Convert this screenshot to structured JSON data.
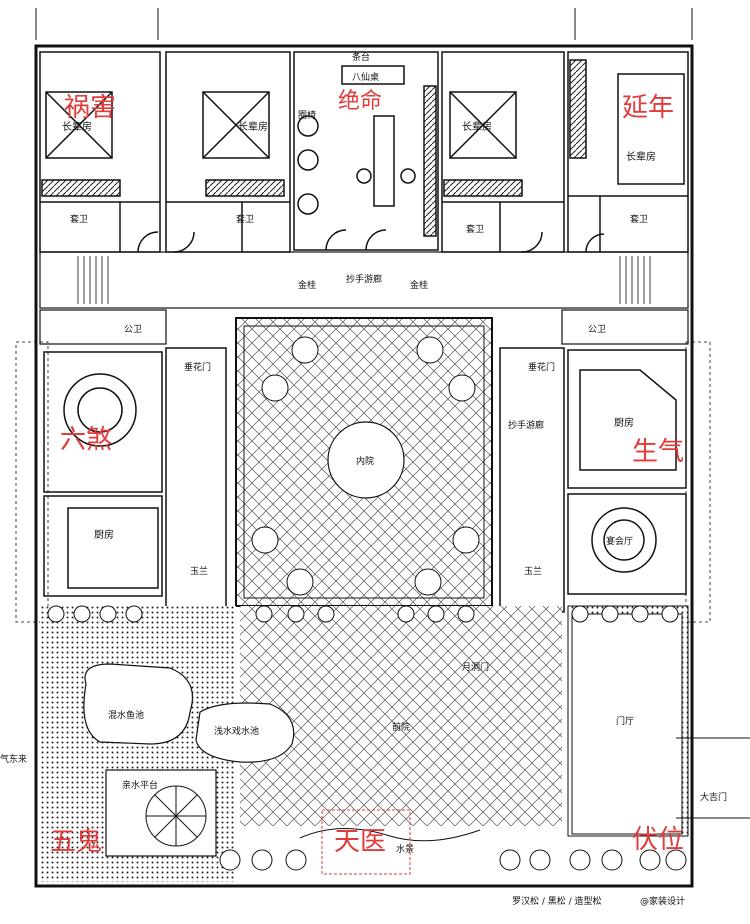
{
  "fengshui": {
    "huohai": "祸害",
    "jueming": "绝命",
    "yannian": "延年",
    "liusha": "六煞",
    "shengqi": "生气",
    "wugui": "五鬼",
    "tianyi": "天医",
    "fuwei": "伏位"
  },
  "rooms": {
    "elder_1": "长辈房",
    "elder_2": "长辈房",
    "elder_3": "长辈房",
    "elder_4": "长辈房",
    "bath_1": "套卫",
    "bath_2": "套卫",
    "bath_3": "套卫",
    "bath_4": "套卫",
    "public_bath_left": "公卫",
    "public_bath_right": "公卫",
    "kitchen_left": "厨房",
    "kitchen_right": "厨房",
    "banquet_hall": "宴会厅",
    "inner_court": "内院",
    "front_court": "前院",
    "entrance_hall": "门厅",
    "main_gate": "大吉门",
    "fish_pond": "混水鱼池",
    "play_pool": "浅水戏水池",
    "water_terrace": "亲水平台",
    "corridor_top": "抄手游廊",
    "corridor_right": "抄手游廊",
    "gold_osmanthus_left": "金桂",
    "gold_osmanthus_right": "金桂",
    "chuihua_left": "垂花门",
    "chuihua_right": "垂花门",
    "yulan_left": "玉兰",
    "yulan_right": "玉兰",
    "inner_gate": "月洞门",
    "screen_wall": "照壁（紫气东来）",
    "west_label": "气东来",
    "xianren_table": "八仙桌",
    "quanyi": "圈椅",
    "table_top": "条台",
    "stream": "水景",
    "bottom_note": "罗汉松 / 黑松 / 造型松"
  },
  "watermark": "@家装设计"
}
